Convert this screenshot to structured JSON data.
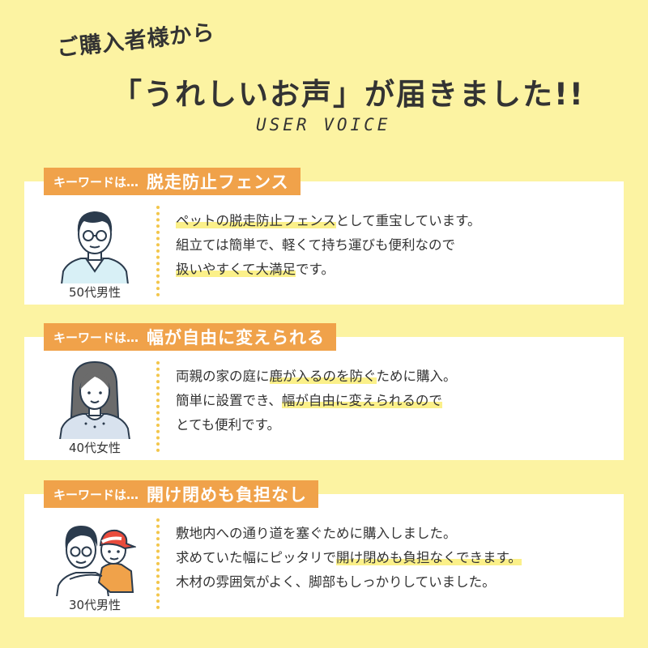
{
  "header": {
    "line1": "ご購入者様から",
    "line2": "「うれしいお声」が届きました!!",
    "subtitle": "USER VOICE"
  },
  "colors": {
    "background": "#fcf3a2",
    "tag": "#f0a24a",
    "highlight": "#fbf089",
    "divider": "#f3c64a"
  },
  "voices": [
    {
      "tag_prefix": "キーワードは…",
      "keyword": "脱走防止フェンス",
      "avatar_icon": "man-glasses-icon",
      "person": "50代男性",
      "lines": [
        {
          "pre": "",
          "hl": "ペットの脱走防止フェンス",
          "post": "として重宝しています。"
        },
        {
          "pre": "組立ては簡単で、軽くて持ち運びも便利なので",
          "hl": "",
          "post": ""
        },
        {
          "pre": "",
          "hl": "扱いやすくて大満足",
          "post": "です。"
        }
      ]
    },
    {
      "tag_prefix": "キーワードは…",
      "keyword": "幅が自由に変えられる",
      "avatar_icon": "woman-icon",
      "person": "40代女性",
      "lines": [
        {
          "pre": "両親の家の庭に",
          "hl": "鹿が入るのを防ぐ",
          "post": "ために購入。"
        },
        {
          "pre": "簡単に設置でき、",
          "hl": "幅が自由に変えられるので",
          "post": ""
        },
        {
          "pre": "とても便利です。",
          "hl": "",
          "post": ""
        }
      ]
    },
    {
      "tag_prefix": "キーワードは…",
      "keyword": "開け閉めも負担なし",
      "avatar_icon": "father-child-icon",
      "person": "30代男性",
      "lines": [
        {
          "pre": "敷地内への通り道を塞ぐために購入しました。",
          "hl": "",
          "post": ""
        },
        {
          "pre": "求めていた幅にピッタリで",
          "hl": "開け閉めも負担なくできます。",
          "post": ""
        },
        {
          "pre": "木材の雰囲気がよく、脚部もしっかりしていました。",
          "hl": "",
          "post": ""
        }
      ]
    }
  ]
}
